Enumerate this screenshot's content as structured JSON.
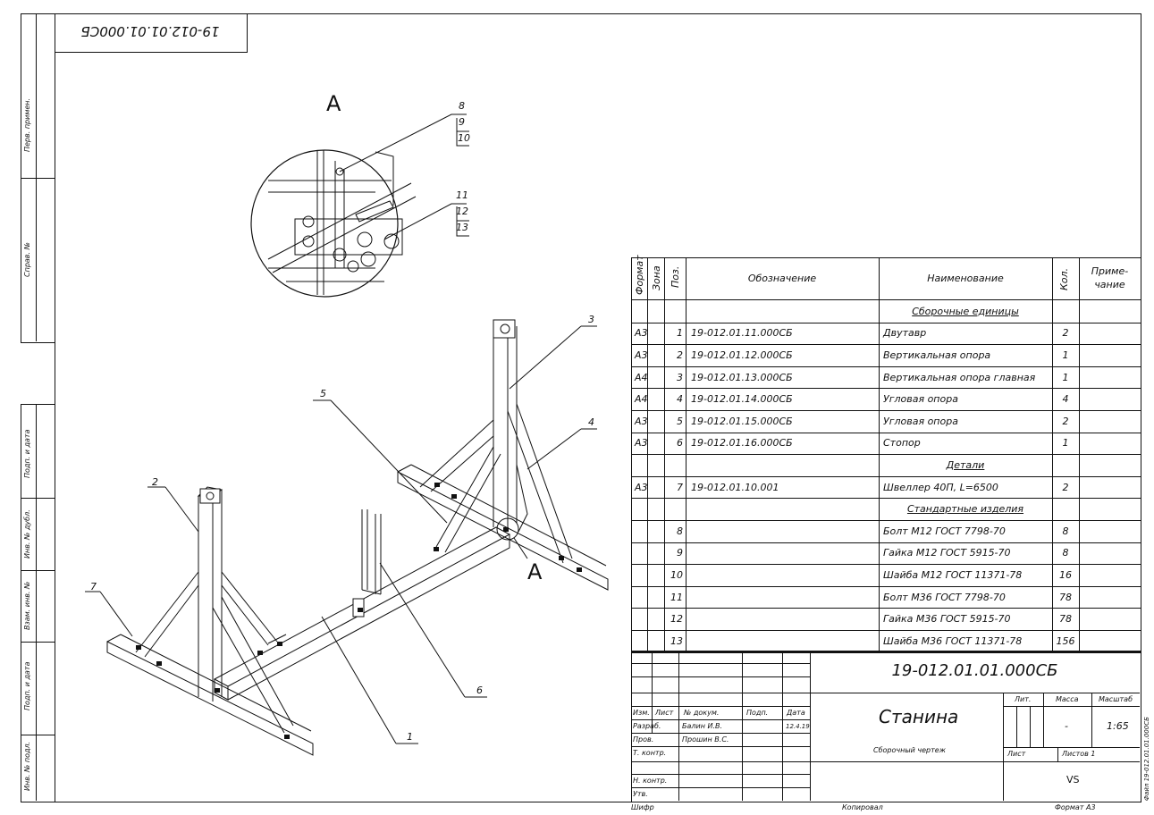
{
  "drawing_code_rotated": "19-012.01.01.000СБ",
  "side_labels": [
    "Перв. примен.",
    "Справ. №",
    "Подп. и дата",
    "Инв. № дубл.",
    "Взам. инв. №",
    "Подп. и дата",
    "Инв. № подл."
  ],
  "view_label": "А",
  "view_marker": "А",
  "callouts": [
    "1",
    "2",
    "3",
    "4",
    "5",
    "6",
    "7",
    "8",
    "9",
    "10",
    "11",
    "12",
    "13"
  ],
  "spec": {
    "headers": {
      "format": "Формат",
      "zone": "Зона",
      "pos": "Поз.",
      "designation": "Обозначение",
      "name": "Наименование",
      "qty": "Кол.",
      "note": "Приме-\nчание"
    },
    "rows": [
      {
        "type": "section",
        "name": "Сборочные единицы"
      },
      {
        "format": "А3",
        "pos": "1",
        "designation": "19-012.01.11.000СБ",
        "name": "Двутавр",
        "qty": "2"
      },
      {
        "format": "А3",
        "pos": "2",
        "designation": "19-012.01.12.000СБ",
        "name": "Вертикальная опора",
        "qty": "1"
      },
      {
        "format": "А4",
        "pos": "3",
        "designation": "19-012.01.13.000СБ",
        "name": "Вертикальная опора  главная",
        "qty": "1"
      },
      {
        "format": "А4",
        "pos": "4",
        "designation": "19-012.01.14.000СБ",
        "name": "Угловая опора",
        "qty": "4"
      },
      {
        "format": "А3",
        "pos": "5",
        "designation": "19-012.01.15.000СБ",
        "name": "Угловая опора",
        "qty": "2"
      },
      {
        "format": "А3",
        "pos": "6",
        "designation": "19-012.01.16.000СБ",
        "name": "Стопор",
        "qty": "1"
      },
      {
        "type": "section",
        "name": "Детали"
      },
      {
        "format": "А3",
        "pos": "7",
        "designation": "19-012.01.10.001",
        "name": "Швеллер 40П, L=6500",
        "qty": "2"
      },
      {
        "type": "section",
        "name": "Стандартные изделия"
      },
      {
        "format": "",
        "pos": "8",
        "designation": "",
        "name": "Болт М12 ГОСТ 7798-70",
        "qty": "8"
      },
      {
        "format": "",
        "pos": "9",
        "designation": "",
        "name": "Гайка М12 ГОСТ 5915-70",
        "qty": "8"
      },
      {
        "format": "",
        "pos": "10",
        "designation": "",
        "name": "Шайба М12 ГОСТ 11371-78",
        "qty": "16"
      },
      {
        "format": "",
        "pos": "11",
        "designation": "",
        "name": "Болт М36 ГОСТ 7798-70",
        "qty": "78"
      },
      {
        "format": "",
        "pos": "12",
        "designation": "",
        "name": "Гайка М36 ГОСТ 5915-70",
        "qty": "78"
      },
      {
        "format": "",
        "pos": "13",
        "designation": "",
        "name": "Шайба М36 ГОСТ 11371-78",
        "qty": "156"
      }
    ]
  },
  "title_block": {
    "code": "19-012.01.01.000СБ",
    "title": "Станина",
    "subtitle": "Сборочный чертеж",
    "col_headers": {
      "izm": "Изм.",
      "list": "Лист",
      "doc": "№ докум.",
      "sign": "Подп.",
      "date": "Дата"
    },
    "roles": [
      {
        "role": "Разраб.",
        "name": "Балин И.В.",
        "date": "12.4.19"
      },
      {
        "role": "Пров.",
        "name": "Прошин В.С.",
        "date": ""
      },
      {
        "role": "Т. контр.",
        "name": "",
        "date": ""
      },
      {
        "role": "",
        "name": "",
        "date": ""
      },
      {
        "role": "Н. контр.",
        "name": "",
        "date": ""
      },
      {
        "role": "Утв.",
        "name": "",
        "date": ""
      }
    ],
    "lit_label": "Лит.",
    "mass_label": "Масса",
    "scale_label": "Масштаб",
    "mass_value": "-",
    "scale_value": "1:65",
    "sheet_label": "Лист",
    "sheets_label": "Листов 1",
    "org": "VS"
  },
  "footer": {
    "shifr": "Шифр",
    "copied": "Копировал",
    "format": "Формат А3"
  },
  "file_note": "Файл 19-012.01.01.000СБ"
}
